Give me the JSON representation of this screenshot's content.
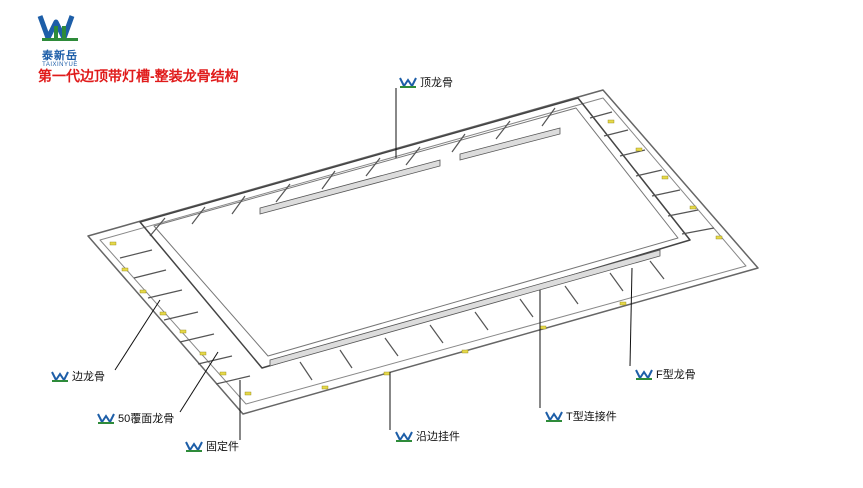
{
  "logo": {
    "brand": "泰新岳",
    "sub": "TAIXINYUE"
  },
  "title": "第一代边顶带灯槽-整装龙骨结构",
  "labels": {
    "top_keel": "顶龙骨",
    "side_keel": "边龙骨",
    "cover_keel": "50覆面龙骨",
    "fixing": "固定件",
    "edge_hanger": "沿边挂件",
    "t_connector": "T型连接件",
    "f_keel": "F型龙骨"
  },
  "colors": {
    "title": "#e01b1b",
    "brand": "#1d5ea8",
    "accent_yellow": "#e6d94a",
    "icon_green": "#2e8b3a"
  }
}
